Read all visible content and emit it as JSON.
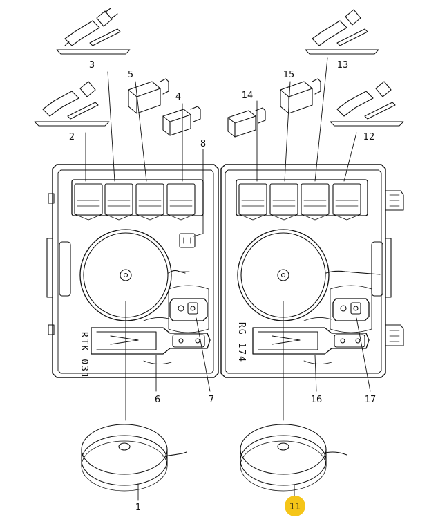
{
  "diagram": {
    "case_labels": {
      "left": "RTK 031",
      "right": "RG 174"
    },
    "callouts": {
      "p1": "1",
      "p2": "2",
      "p3": "3",
      "p4": "4",
      "p5": "5",
      "p6": "6",
      "p7": "7",
      "p8": "8",
      "p11": "11",
      "p12": "12",
      "p13": "13",
      "p14": "14",
      "p15": "15",
      "p16": "16",
      "p17": "17"
    },
    "highlight": {
      "label": "11",
      "color": "#f5c518"
    },
    "colors": {
      "stroke": "#111111",
      "case_shading": "#e9e9e9"
    }
  }
}
